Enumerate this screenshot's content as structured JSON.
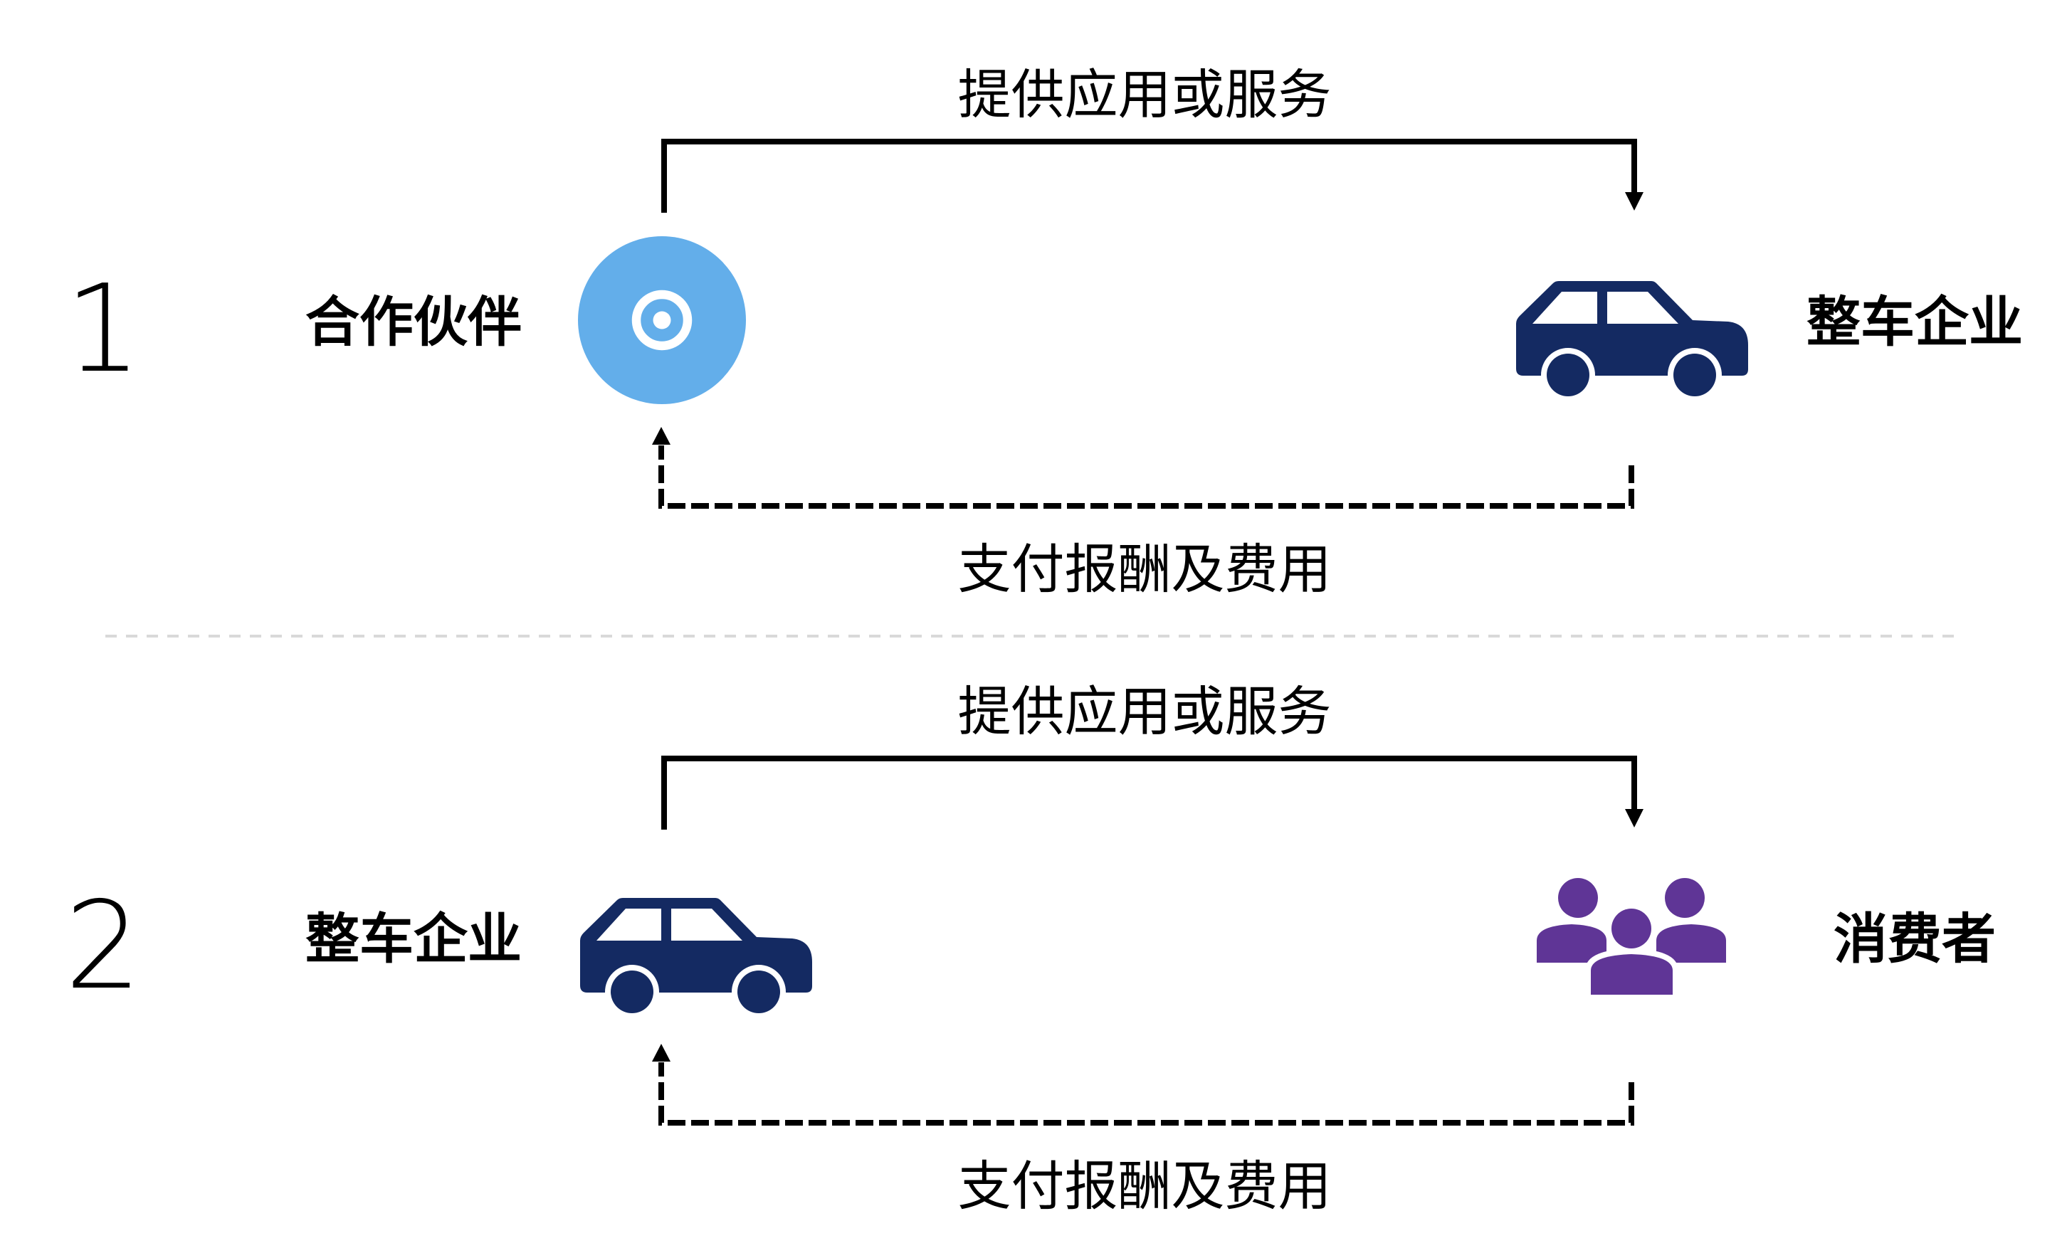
{
  "flows": [
    {
      "index": "1",
      "left_party": {
        "label": "合作伙伴",
        "icon": "disc-icon"
      },
      "right_party": {
        "label": "整车企业",
        "icon": "car-icon"
      },
      "forward": {
        "label": "提供应用或服务",
        "line_style": "solid"
      },
      "return": {
        "label": "支付报酬及费用",
        "line_style": "dashed"
      }
    },
    {
      "index": "2",
      "left_party": {
        "label": "整车企业",
        "icon": "car-icon"
      },
      "right_party": {
        "label": "消费者",
        "icon": "people-icon"
      },
      "forward": {
        "label": "提供应用或服务",
        "line_style": "solid"
      },
      "return": {
        "label": "支付报酬及费用",
        "line_style": "dashed"
      }
    }
  ],
  "colors": {
    "disc": "#63aeea",
    "car": "#142a62",
    "people": "#5f3596",
    "icon_cutout": "#ffffff",
    "line": "#000000",
    "separator": "#d9d9d9"
  }
}
